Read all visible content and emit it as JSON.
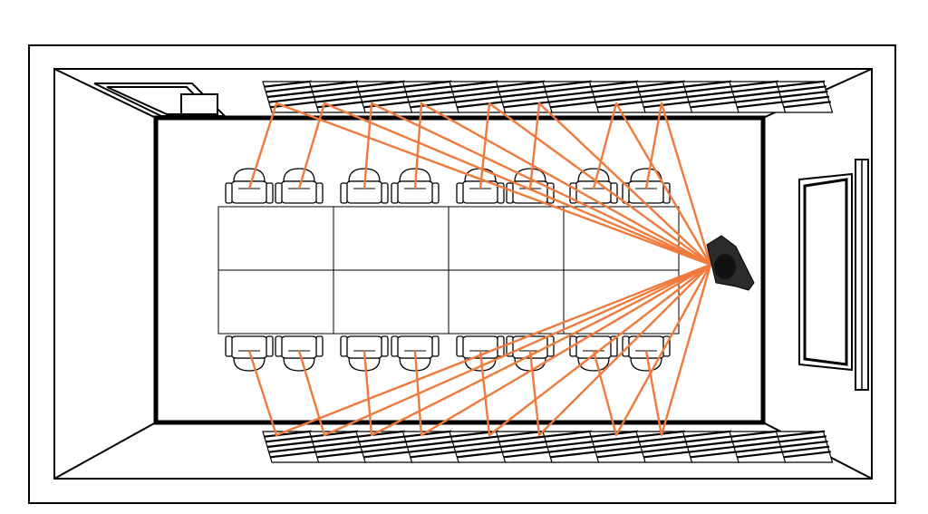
{
  "diagram": {
    "table_blocks": [
      {
        "row": 0,
        "col": 0
      },
      {
        "row": 0,
        "col": 1
      },
      {
        "row": 0,
        "col": 2
      },
      {
        "row": 0,
        "col": 3
      },
      {
        "row": 1,
        "col": 0
      },
      {
        "row": 1,
        "col": 1
      },
      {
        "row": 1,
        "col": 2
      },
      {
        "row": 1,
        "col": 3
      }
    ],
    "chairs_per_side": 8,
    "acoustic_panels_per_wall": 12,
    "reflection_paths_per_side": 8,
    "colors": {
      "reflection_line": "#f07a3c",
      "wall": "#000000",
      "background": "#ffffff",
      "speaker": "#2a2a2a"
    },
    "icons": {
      "speaker": "camera-speaker-icon",
      "screen": "display-screen-icon",
      "chair": "chair-icon",
      "door": "door-icon"
    }
  }
}
